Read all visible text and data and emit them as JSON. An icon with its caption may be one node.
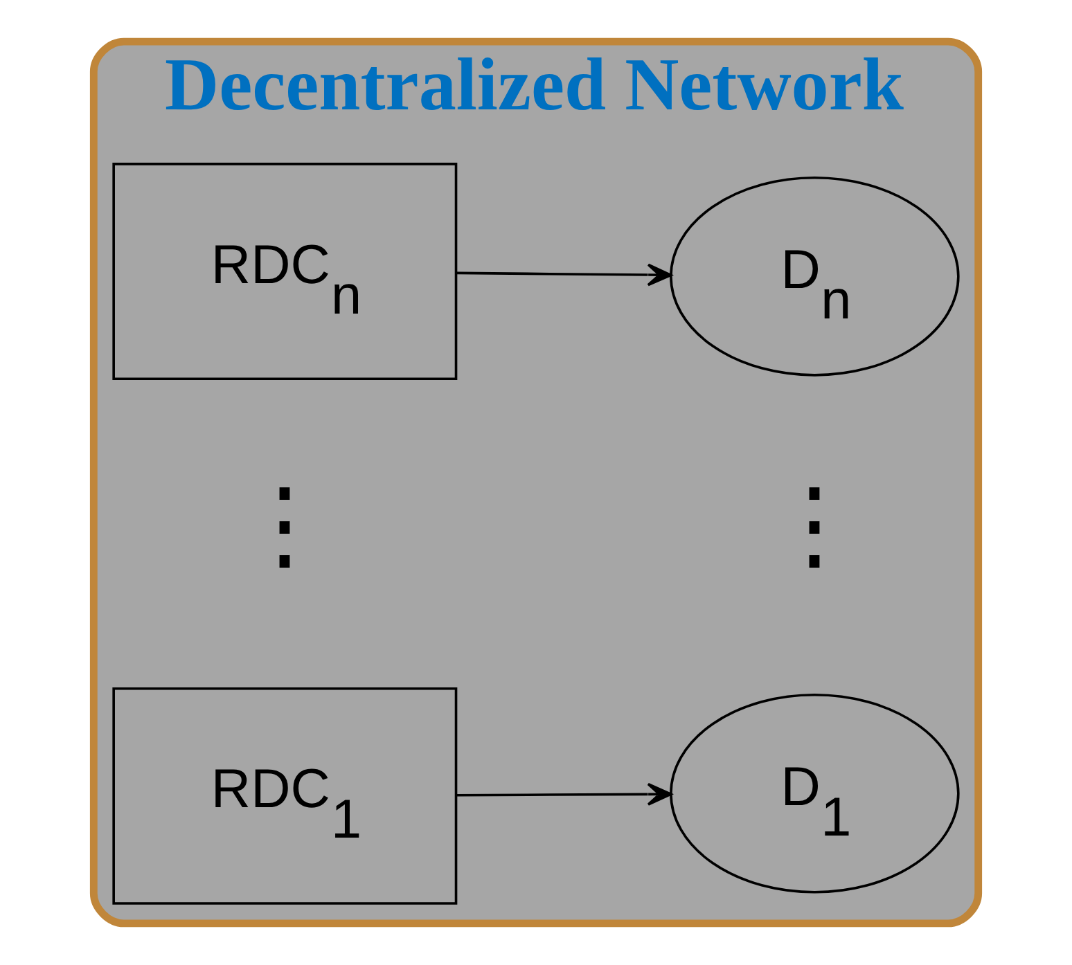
{
  "diagram": {
    "nodes": [
      {
        "text": [
          "Decentralized Network"
        ]
      },
      {
        "text": [
          "RDC$_{1}$"
        ],
        "in": 0
      },
      {
        "text": [
          "D$_{1}$"
        ],
        "in": 0
      },
      {
        "text": [
          "RDC$_{n}$"
        ],
        "in": 0
      },
      {
        "text": [
          "D$_{n}$"
        ],
        "in": 0
      }
    ],
    "edges": [
      {
        "from": 1,
        "to": 2,
        "arrow": "to"
      },
      {
        "from": 3,
        "to": 4,
        "arrow": "to"
      }
    ],
    "labels": [
      "⋮",
      "⋮"
    ]
  }
}
